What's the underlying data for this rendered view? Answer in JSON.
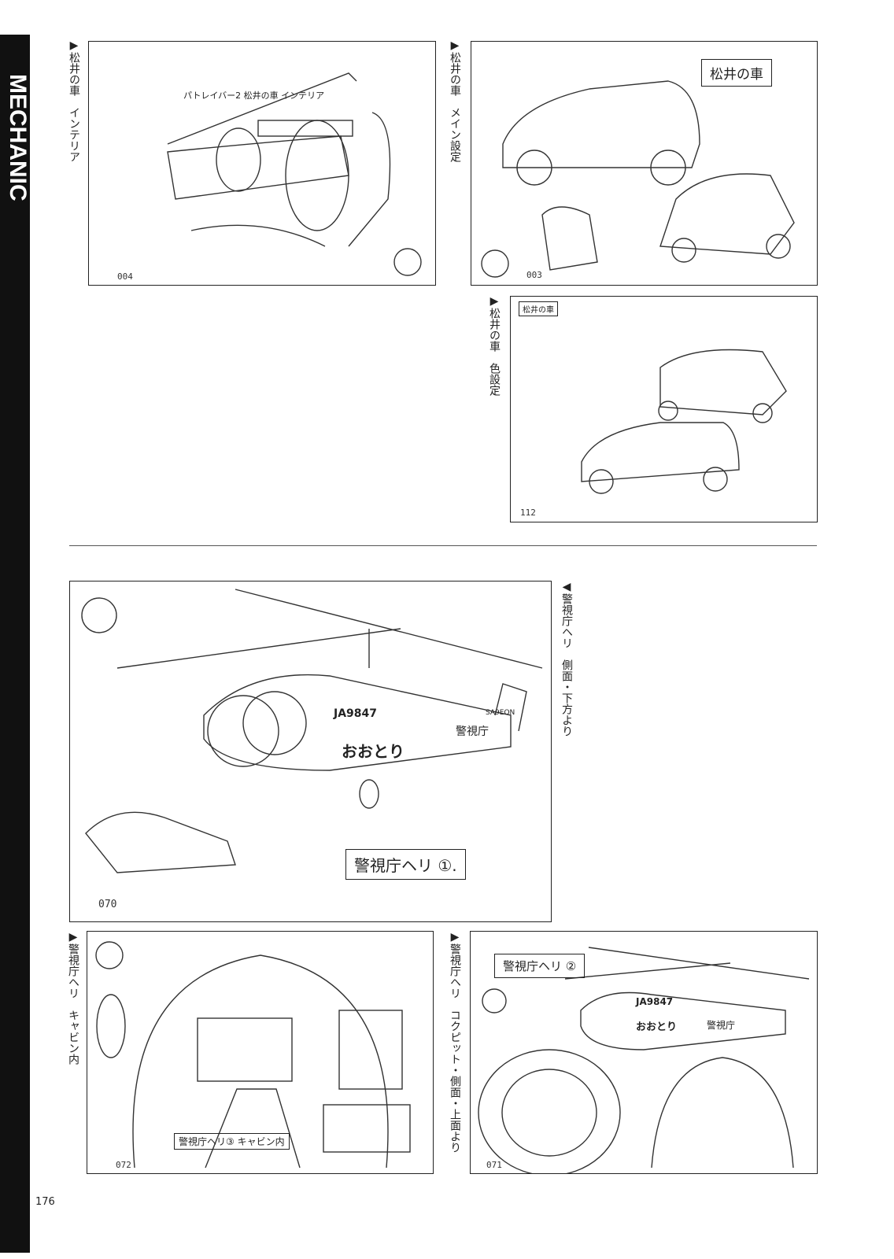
{
  "section_label": "MECHANIC",
  "page_number": "176",
  "figures": [
    {
      "caption": "▶松井の車　インテリア",
      "frame_number": "004",
      "notes": [
        "パトレイバー2 松井の車 インテリア"
      ]
    },
    {
      "caption": "▶松井の車　メイン設定",
      "frame_number": "003",
      "notes": [
        "松井の車"
      ]
    },
    {
      "caption": "▶松井の車　色設定",
      "frame_number": "112",
      "notes": [
        "松井の車"
      ]
    },
    {
      "caption": "◀警視庁ヘリ　側面・下方より",
      "frame_number": "070",
      "notes": [
        "警視庁ヘリ ①.",
        "JA9847",
        "おおとり",
        "警視庁",
        "SA9EON"
      ]
    },
    {
      "caption": "▶警視庁ヘリ　キャビン内",
      "frame_number": "072",
      "notes": [
        "警視庁ヘリ③ キャビン内"
      ]
    },
    {
      "caption": "▶警視庁ヘリ　コクピット・側面・上面より",
      "frame_number": "071",
      "notes": [
        "警視庁ヘリ ②",
        "JA9847",
        "おおとり",
        "警視庁"
      ]
    }
  ]
}
